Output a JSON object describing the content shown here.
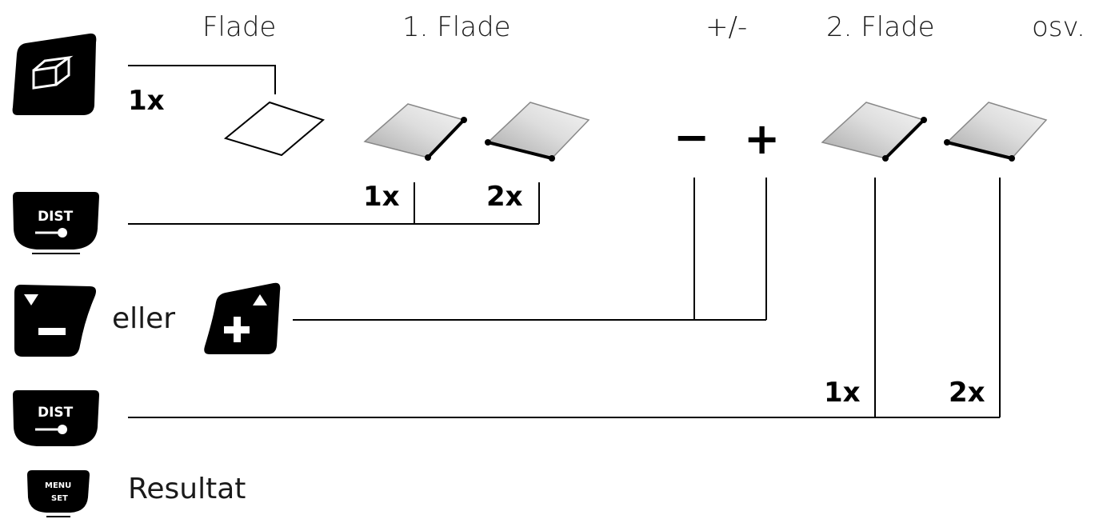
{
  "columns": {
    "flade": "Flade",
    "first_area": "1. Flade",
    "plus_minus": "+/-",
    "second_area": "2. Flade",
    "etc": "osv."
  },
  "labels": {
    "or": "eller",
    "result": "Resultat"
  },
  "counts": {
    "area_button": "1x",
    "first_dist_1": "1x",
    "first_dist_2": "2x",
    "second_dist_1": "1x",
    "second_dist_2": "2x"
  },
  "signs": {
    "minus": "−",
    "plus": "+"
  },
  "buttons": {
    "area": {
      "icon": "area-cube-icon"
    },
    "dist_top": {
      "text": "DIST",
      "icon": "laser-point-icon"
    },
    "minus": {
      "icon": "minus-down-arrow-icon"
    },
    "plus": {
      "icon": "plus-up-arrow-icon"
    },
    "dist_bottom": {
      "text": "DIST",
      "icon": "laser-point-icon"
    },
    "menu": {
      "text_top": "MENU",
      "text_bottom": "SET"
    }
  },
  "colors": {
    "button": "#000000",
    "line": "#000000",
    "face_light": "#e6e6e6",
    "face_mid": "#bdbdbd"
  }
}
